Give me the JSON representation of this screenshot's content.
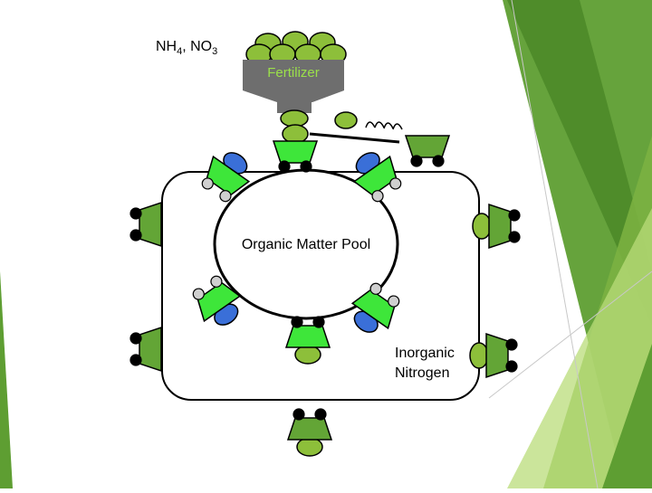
{
  "labels": {
    "nh4": "NH",
    "nh4_sub": "4",
    "no3": ", NO",
    "no3_sub": "3",
    "fertilizer": "Fertilizer",
    "organic_pool": "Organic Matter Pool",
    "inorganic_line1": "Inorganic",
    "inorganic_line2": "Nitrogen"
  },
  "colors": {
    "background": "#ffffff",
    "cart_green": "#63a536",
    "bright_green": "#3ee63a",
    "pellet_green": "#8dbf3a",
    "pellet_blue": "#3a6fd8",
    "hopper_gray": "#6e6e6e",
    "wheel": "#000000",
    "slide_green_dark": "#5e9e32",
    "slide_green_light": "#b9dc7a"
  },
  "icons": [
    "fertilizer-hopper-icon",
    "cart-icon",
    "pellet-icon",
    "chain-link-icon"
  ]
}
